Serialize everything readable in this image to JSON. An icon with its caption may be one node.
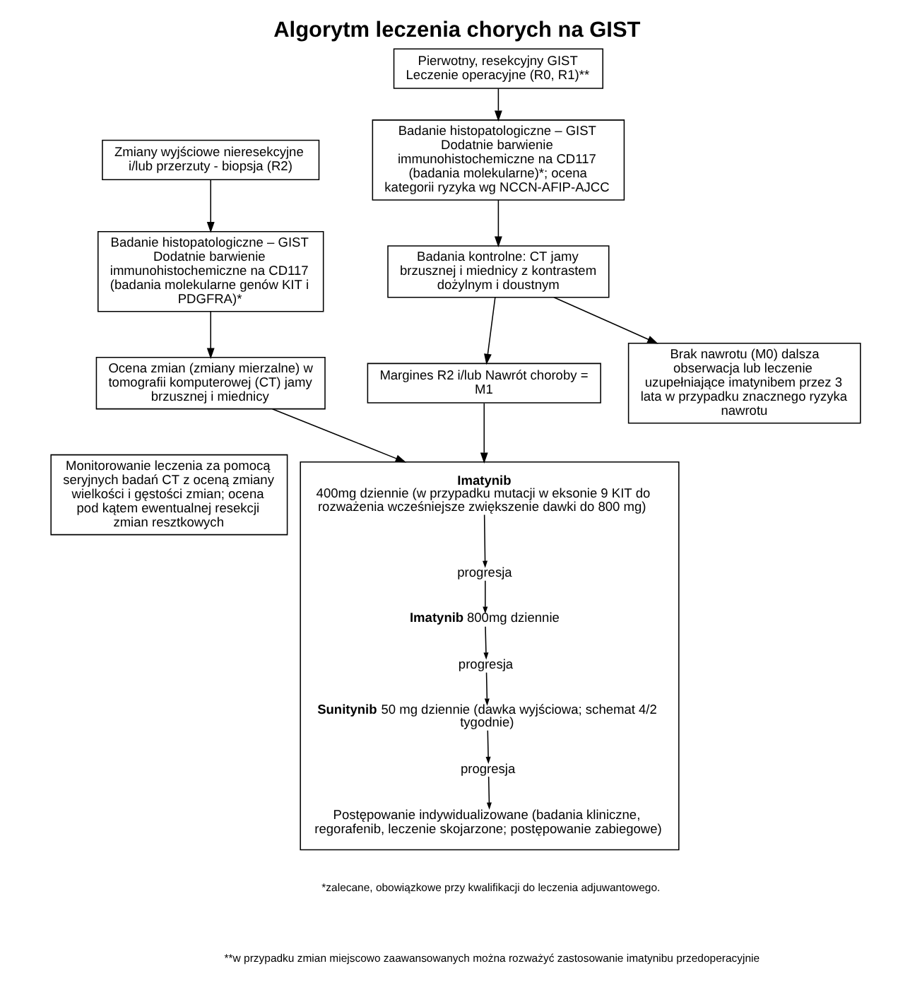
{
  "diagram": {
    "title": "Algorytm leczenia chorych na GIST",
    "nodes": [
      {
        "text": [
          "Zmiany wyjściowe nieresekcyjne i/lub przerzuty - biopsja (R2)"
        ]
      },
      {
        "text": [
          "Pierwotny, resekcyjny GIST Leczenie operacyjne (R0, R1)**"
        ]
      },
      {
        "text": [
          "Badanie histopatologiczne – GIST Dodatnie barwienie immunohistochemiczne na CD117 (badania molekularne genów KIT i PDGFRA)*"
        ]
      },
      {
        "text": [
          "Badanie histopatologiczne – GIST Dodatnie barwienie immunohistochemiczne na CD117 (badania molekularne)*; ocena kategorii ryzyka wg NCCN-AFIP-AJCC"
        ]
      },
      {
        "text": [
          "Ocena zmian (zmiany mierzalne) w tomografii komputerowej (CT) jamy brzusznej i miednicy"
        ]
      },
      {
        "text": [
          "Badania kontrolne: CT jamy brzusznej i miednicy z kontrastem dożylnym i doustnym"
        ]
      },
      {
        "text": [
          "Margines R2 i/lub Nawrót choroby = M1"
        ]
      },
      {
        "text": [
          "Brak nawrotu (M0) dalsza obserwacja lub leczenie uzupełniające imatynibem przez 3 lata w przypadku znacznego ryzyka nawrotu"
        ]
      },
      {
        "text": [
          "Monitorowanie leczenia za pomocą seryjnych badań CT z oceną zmiany wielkości i gęstości zmian; ocena pod kątem ewentualnej resekcji zmian resztkowych"
        ]
      },
      {
        "text": [],
        "shape": "box"
      },
      {
        "text": [
          "Imatynib",
          "400mg dziennie (w przypadku mutacji w eksonie 9 KIT do rozważenia wcześniejsze zwiększenie dawki do 800 mg)"
        ],
        "in": 9
      },
      {
        "text": [
          "progresja"
        ],
        "in": 9
      },
      {
        "text": [
          "**Imatynib** 800mg dziennie"
        ],
        "in": 9
      },
      {
        "text": [
          "progresja"
        ],
        "in": 9
      },
      {
        "text": [
          "**Sunitynib** 50 mg dziennie (dawka wyjściowa; schemat 4/2 tygodnie)"
        ],
        "in": 9
      },
      {
        "text": [
          "progresja"
        ],
        "in": 9
      },
      {
        "text": [
          "Postępowanie indywidualizowane (badania kliniczne, regorafenib, leczenie skojarzone; postępowanie zabiegowe)"
        ],
        "in": 9
      }
    ],
    "edges": [
      {
        "from": 0,
        "to": 2,
        "arrow": "to"
      },
      {
        "from": 1,
        "to": 3,
        "arrow": "to"
      },
      {
        "from": 2,
        "to": 4,
        "arrow": "to"
      },
      {
        "from": 3,
        "to": 5,
        "arrow": "to"
      },
      {
        "from": 5,
        "to": 6,
        "arrow": "to"
      },
      {
        "from": 5,
        "to": 7,
        "arrow": "to"
      },
      {
        "from": 4,
        "to": 9,
        "arrow": "to"
      },
      {
        "from": 6,
        "to": 9,
        "arrow": "to"
      },
      {
        "from": 10,
        "to": 11,
        "arrow": "to"
      },
      {
        "from": 11,
        "to": 12,
        "arrow": "to"
      },
      {
        "from": 12,
        "to": 13,
        "arrow": "to"
      },
      {
        "from": 13,
        "to": 14,
        "arrow": "to"
      },
      {
        "from": 14,
        "to": 15,
        "arrow": "to"
      },
      {
        "from": 15,
        "to": 16,
        "arrow": "to"
      }
    ],
    "labels": [
      "*zalecane, obowiązkowe przy kwalifikacji do leczenia adjuwantowego.",
      "**w przypadku zmian miejscowo zaawansowanych można rozważyć zastosowanie imatynibu przedoperacyjnie"
    ]
  }
}
